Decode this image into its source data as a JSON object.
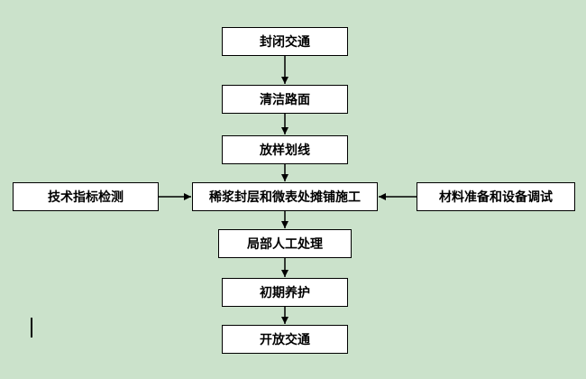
{
  "theme": {
    "bg": "#cbe2cb",
    "box-fill": "#ffffff",
    "line": "#000000"
  },
  "flowchart": {
    "nodes": [
      {
        "id": "close-traffic",
        "label": "封闭交通"
      },
      {
        "id": "clean-road",
        "label": "清洁路面"
      },
      {
        "id": "layout-marking",
        "label": "放样划线"
      },
      {
        "id": "slurry-seal-paving",
        "label": "稀浆封层和微表处摊铺施工"
      },
      {
        "id": "tech-index-test",
        "label": "技术指标检测"
      },
      {
        "id": "material-equip-prep",
        "label": "材料准备和设备调试"
      },
      {
        "id": "local-manual-work",
        "label": "局部人工处理"
      },
      {
        "id": "initial-curing",
        "label": "初期养护"
      },
      {
        "id": "open-traffic",
        "label": "开放交通"
      }
    ]
  }
}
